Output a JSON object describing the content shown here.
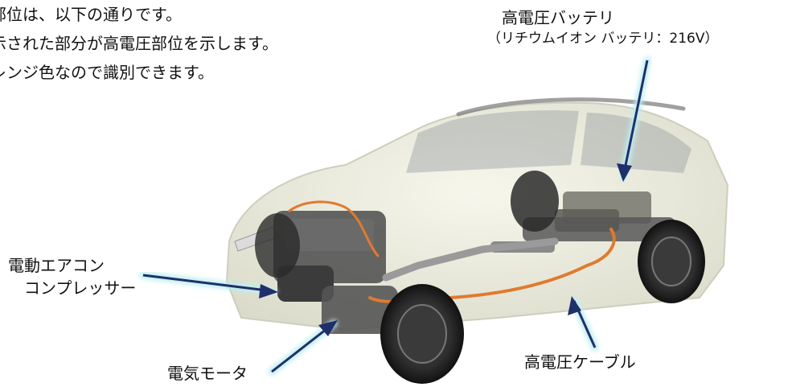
{
  "intro": {
    "lines": [
      "部位は、以下の通りです。",
      "示された部分が高電圧部位を示します。",
      "レンジ色なので識別できます。"
    ]
  },
  "labels": {
    "battery": {
      "title": "高電圧バッテリ",
      "detail": "（リチウムイオン バッテリ：216V）"
    },
    "compressor": {
      "line1": "電動エアコン",
      "line2": "コンプレッサー"
    },
    "motor": "電気モータ",
    "cable": "高電圧ケーブル"
  },
  "colors": {
    "high_voltage_cable": "#e07a2e",
    "arrow": "#1f2f6b",
    "glow": "#bdeef2",
    "body": "#eeeedd",
    "tire": "#2a2a2a"
  }
}
